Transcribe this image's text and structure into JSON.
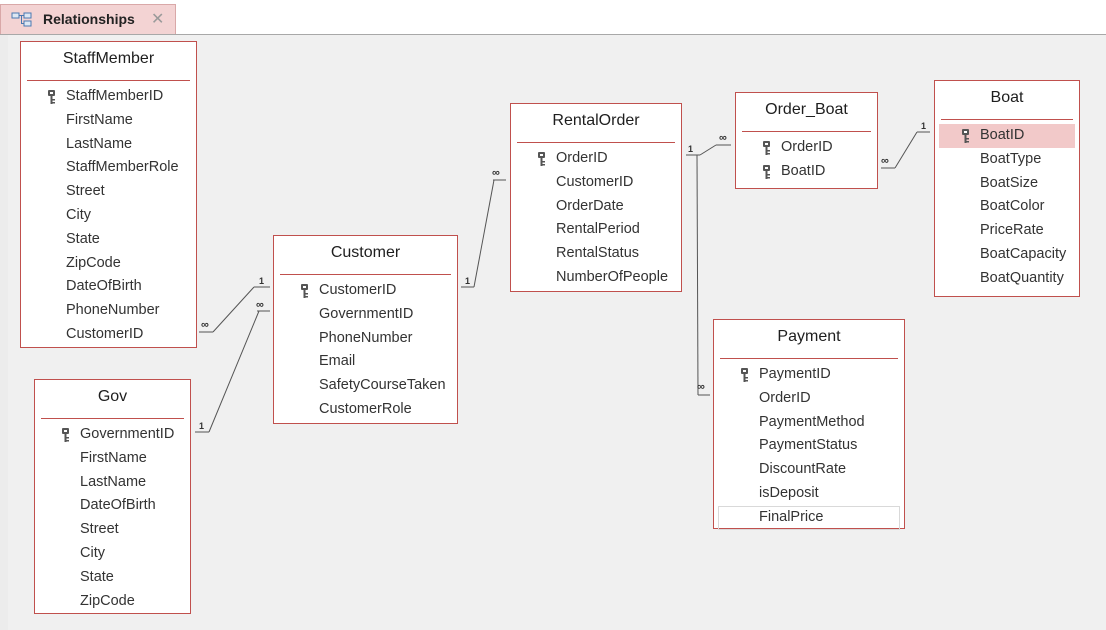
{
  "tab": {
    "label": "Relationships",
    "close_glyph": "✕",
    "icon": "relationships-icon"
  },
  "colors": {
    "table_border": "#c0504d",
    "tab_bg": "#f3d3d3",
    "selected_field": "#f2c9c9",
    "canvas_bg": "#f0f0f0"
  },
  "cardinality": {
    "one": "1",
    "many": "∞"
  },
  "tables": {
    "staffmember": {
      "name": "StaffMember",
      "fields": [
        "StaffMemberID",
        "FirstName",
        "LastName",
        "StaffMemberRole",
        "Street",
        "City",
        "State",
        "ZipCode",
        "DateOfBirth",
        "PhoneNumber",
        "CustomerID"
      ],
      "primary_key": "StaffMemberID"
    },
    "gov": {
      "name": "Gov",
      "fields": [
        "GovernmentID",
        "FirstName",
        "LastName",
        "DateOfBirth",
        "Street",
        "City",
        "State",
        "ZipCode"
      ],
      "primary_key": "GovernmentID"
    },
    "customer": {
      "name": "Customer",
      "fields": [
        "CustomerID",
        "GovernmentID",
        "PhoneNumber",
        "Email",
        "SafetyCourseTaken",
        "CustomerRole"
      ],
      "primary_key": "CustomerID"
    },
    "rentalorder": {
      "name": "RentalOrder",
      "fields": [
        "OrderID",
        "CustomerID",
        "OrderDate",
        "RentalPeriod",
        "RentalStatus",
        "NumberOfPeople"
      ],
      "primary_key": "OrderID"
    },
    "order_boat": {
      "name": "Order_Boat",
      "fields": [
        "OrderID",
        "BoatID"
      ],
      "primary_key": [
        "OrderID",
        "BoatID"
      ]
    },
    "boat": {
      "name": "Boat",
      "fields": [
        "BoatID",
        "BoatType",
        "BoatSize",
        "BoatColor",
        "PriceRate",
        "BoatCapacity",
        "BoatQuantity"
      ],
      "primary_key": "BoatID",
      "selected_field": "BoatID"
    },
    "payment": {
      "name": "Payment",
      "fields": [
        "PaymentID",
        "OrderID",
        "PaymentMethod",
        "PaymentStatus",
        "DiscountRate",
        "isDeposit",
        "FinalPrice"
      ],
      "primary_key": "PaymentID",
      "focused_field": "FinalPrice"
    }
  },
  "relationships": [
    {
      "one": "Customer.CustomerID",
      "many": "StaffMember.CustomerID"
    },
    {
      "one": "Gov.GovernmentID",
      "many": "Customer.GovernmentID"
    },
    {
      "one": "Customer.CustomerID",
      "many": "RentalOrder.CustomerID"
    },
    {
      "one": "RentalOrder.OrderID",
      "many": "Order_Boat.OrderID"
    },
    {
      "one": "Boat.BoatID",
      "many": "Order_Boat.BoatID"
    },
    {
      "one": "RentalOrder.OrderID",
      "many": "Payment.OrderID"
    }
  ]
}
